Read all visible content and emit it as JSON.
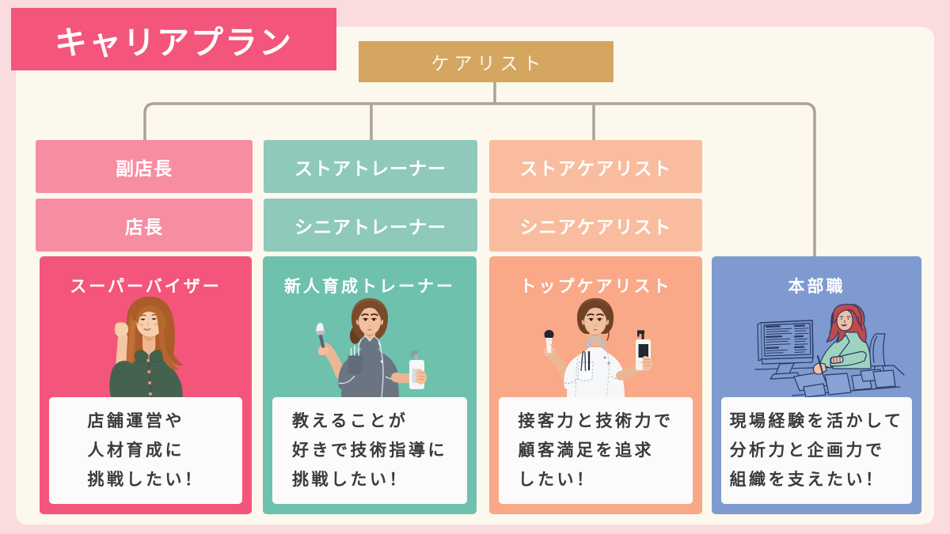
{
  "page_title": "キャリアプラン",
  "root": {
    "label": "ケアリスト"
  },
  "colors": {
    "bg_outer": "#fadbde",
    "panel": "#fcf8ee",
    "accent_pink": "#f3567a",
    "pink_light": "#f78da1",
    "gold": "#d5a660",
    "teal_light": "#8fc9bc",
    "teal_strong": "#6ec1ad",
    "orange_light": "#f9bc9e",
    "orange_strong": "#f9a888",
    "blue": "#7e9ad0",
    "connector_line": "#aaa29b",
    "desc_text": "#3b3b3b"
  },
  "columns": [
    {
      "id": "supervisor",
      "steps": [
        "副店長",
        "店長"
      ],
      "card": {
        "title": "スーパーバイザー",
        "illustration": "woman-fist-pump-illustration",
        "description_lines": [
          "店舗運営や",
          "人材育成に",
          "挑戦したい！"
        ]
      }
    },
    {
      "id": "trainer",
      "steps": [
        "ストアトレーナー",
        "シニアトレーナー"
      ],
      "card": {
        "title": "新人育成トレーナー",
        "illustration": "esthetician-gray-uniform-illustration",
        "description_lines": [
          "教えることが",
          "好きで技術指導に",
          "挑戦したい！"
        ]
      }
    },
    {
      "id": "top-carelist",
      "steps": [
        "ストアケアリスト",
        "シニアケアリスト"
      ],
      "card": {
        "title": "トップケアリスト",
        "illustration": "esthetician-white-uniform-illustration",
        "description_lines": [
          "接客力と技術力で",
          "顧客満足を追求",
          "したい！"
        ]
      }
    },
    {
      "id": "headquarters",
      "steps": [],
      "card": {
        "title": "本部職",
        "illustration": "woman-desk-computer-illustration",
        "description_lines": [
          "現場経験を活かして",
          "分析力と企画力で",
          "組織を支えたい！"
        ]
      }
    }
  ]
}
